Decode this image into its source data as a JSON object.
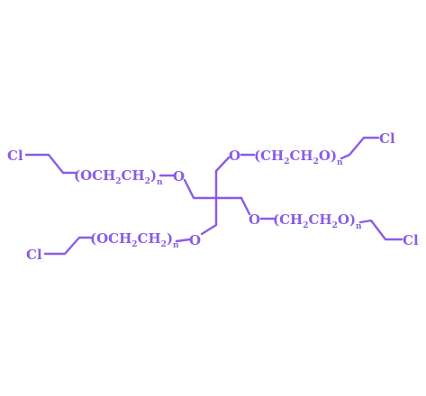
{
  "molecule": {
    "color": "#8a5ce6",
    "arms": {
      "upper_left": {
        "end": "Cl",
        "chain": {
          "lead": "(OCH",
          "sub1": "2",
          "mid": "CH",
          "sub2": "2",
          "close": ")",
          "n": "n"
        },
        "link": "O"
      },
      "upper_right": {
        "end": "Cl",
        "chain": {
          "lead": "(CH",
          "sub1": "2",
          "mid": "CH",
          "sub2": "2",
          "close": "O)",
          "n": "n"
        },
        "link": "O"
      },
      "lower_right": {
        "end": "Cl",
        "chain": {
          "lead": "(CH",
          "sub1": "2",
          "mid": "CH",
          "sub2": "2",
          "close": "O)",
          "n": "n"
        },
        "link": "O"
      },
      "lower_left": {
        "end": "Cl",
        "chain": {
          "lead": "(OCH",
          "sub1": "2",
          "mid": "CH",
          "sub2": "2",
          "close": ")",
          "n": "n"
        },
        "link": "O"
      }
    }
  }
}
